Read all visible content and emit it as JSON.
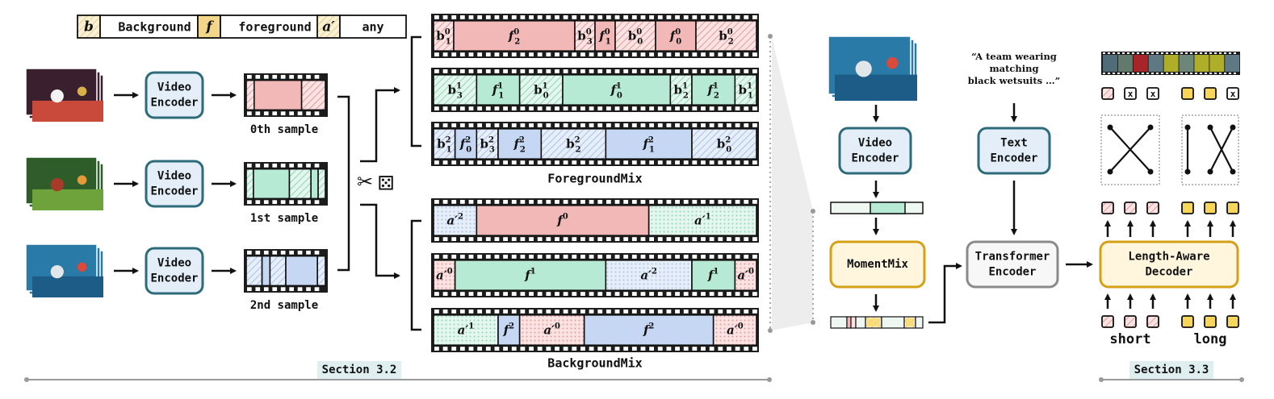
{
  "legend": [
    {
      "symbol": "b",
      "label": "Background",
      "fill": "#f5e6c4"
    },
    {
      "symbol": "f",
      "label": "foreground",
      "fill": "#f2d68a"
    },
    {
      "symbol": "a′",
      "label": "any",
      "fill": "#f5e6c4"
    }
  ],
  "samples": [
    {
      "label": "0th sample",
      "encoder": "Video\nEncoder"
    },
    {
      "label": "1st sample",
      "encoder": "Video\nEncoder"
    },
    {
      "label": "2nd sample",
      "encoder": "Video\nEncoder"
    }
  ],
  "foreground_mix": {
    "title": "ForegroundMix",
    "strips": [
      [
        {
          "t": "b",
          "sup": "0",
          "sub": "1",
          "k": "red",
          "p": "hatch",
          "w": 1
        },
        {
          "t": "f",
          "sup": "0",
          "sub": "2",
          "k": "red",
          "p": "solid",
          "w": 6
        },
        {
          "t": "b",
          "sup": "0",
          "sub": "3",
          "k": "red",
          "p": "hatch",
          "w": 1
        },
        {
          "t": "f",
          "sup": "0",
          "sub": "1",
          "k": "red",
          "p": "solid",
          "w": 1
        },
        {
          "t": "b",
          "sup": "0",
          "sub": "0",
          "k": "red",
          "p": "hatch",
          "w": 2
        },
        {
          "t": "f",
          "sup": "0",
          "sub": "0",
          "k": "red",
          "p": "solid",
          "w": 2
        },
        {
          "t": "b",
          "sup": "0",
          "sub": "2",
          "k": "red",
          "p": "hatch",
          "w": 3
        }
      ],
      [
        {
          "t": "b",
          "sup": "1",
          "sub": "3",
          "k": "green",
          "p": "hatch",
          "w": 2
        },
        {
          "t": "f",
          "sup": "1",
          "sub": "1",
          "k": "green",
          "p": "solid",
          "w": 2
        },
        {
          "t": "b",
          "sup": "1",
          "sub": "0",
          "k": "green",
          "p": "hatch",
          "w": 2
        },
        {
          "t": "f",
          "sup": "1",
          "sub": "0",
          "k": "green",
          "p": "solid",
          "w": 5
        },
        {
          "t": "b",
          "sup": "1",
          "sub": "2",
          "k": "green",
          "p": "hatch",
          "w": 1
        },
        {
          "t": "f",
          "sup": "1",
          "sub": "2",
          "k": "green",
          "p": "solid",
          "w": 2
        },
        {
          "t": "b",
          "sup": "1",
          "sub": "1",
          "k": "green",
          "p": "hatch",
          "w": 1
        }
      ],
      [
        {
          "t": "b",
          "sup": "2",
          "sub": "1",
          "k": "blue",
          "p": "hatch",
          "w": 1
        },
        {
          "t": "f",
          "sup": "2",
          "sub": "0",
          "k": "blue",
          "p": "solid",
          "w": 1
        },
        {
          "t": "b",
          "sup": "2",
          "sub": "3",
          "k": "blue",
          "p": "hatch",
          "w": 1
        },
        {
          "t": "f",
          "sup": "2",
          "sub": "2",
          "k": "blue",
          "p": "solid",
          "w": 2
        },
        {
          "t": "b",
          "sup": "2",
          "sub": "2",
          "k": "blue",
          "p": "hatch",
          "w": 3
        },
        {
          "t": "f",
          "sup": "2",
          "sub": "1",
          "k": "blue",
          "p": "solid",
          "w": 4
        },
        {
          "t": "b",
          "sup": "2",
          "sub": "0",
          "k": "blue",
          "p": "hatch",
          "w": 3
        }
      ]
    ]
  },
  "background_mix": {
    "title": "BackgroundMix",
    "strips": [
      [
        {
          "t": "a′",
          "sup": "2",
          "sub": "",
          "k": "blue",
          "p": "dots",
          "w": 2
        },
        {
          "t": "f",
          "sup": "0",
          "sub": "",
          "k": "red",
          "p": "solid",
          "w": 8
        },
        {
          "t": "a′",
          "sup": "1",
          "sub": "",
          "k": "green",
          "p": "dots",
          "w": 5
        }
      ],
      [
        {
          "t": "a′",
          "sup": "0",
          "sub": "",
          "k": "red",
          "p": "dots",
          "w": 1
        },
        {
          "t": "f",
          "sup": "1",
          "sub": "",
          "k": "green",
          "p": "solid",
          "w": 7
        },
        {
          "t": "a′",
          "sup": "2",
          "sub": "",
          "k": "blue",
          "p": "dots",
          "w": 4
        },
        {
          "t": "f",
          "sup": "1",
          "sub": "",
          "k": "green",
          "p": "solid",
          "w": 2
        },
        {
          "t": "a′",
          "sup": "0",
          "sub": "",
          "k": "red",
          "p": "dots",
          "w": 1
        }
      ],
      [
        {
          "t": "a′",
          "sup": "1",
          "sub": "",
          "k": "green",
          "p": "dots",
          "w": 3
        },
        {
          "t": "f",
          "sup": "2",
          "sub": "",
          "k": "blue",
          "p": "solid",
          "w": 1
        },
        {
          "t": "a′",
          "sup": "0",
          "sub": "",
          "k": "red",
          "p": "dots",
          "w": 3
        },
        {
          "t": "f",
          "sup": "2",
          "sub": "",
          "k": "blue",
          "p": "solid",
          "w": 6
        },
        {
          "t": "a′",
          "sup": "0",
          "sub": "",
          "k": "red",
          "p": "dots",
          "w": 2
        }
      ]
    ]
  },
  "section_left": "Section 3.2",
  "section_right": "Section 3.3",
  "right": {
    "video_encoder": "Video\nEncoder",
    "moment_mix": "MomentMix",
    "text_encoder": "Text\nEncoder",
    "transformer_encoder": "Transformer\nEncoder",
    "decoder": "Length-Aware\nDecoder",
    "query": "“A team wearing\nmatching\nblack wetsuits …”",
    "short_label": "short",
    "long_label": "long",
    "x_mark": "x"
  },
  "colors": {
    "red": "#f2b8b8",
    "green": "#b7ead4",
    "blue": "#c5d7f2",
    "yellow": "#f7d65a",
    "encoder_fill": "#e3eef8",
    "encoder_stroke": "#2e6b7a",
    "moment_fill": "#fff6dd",
    "moment_stroke": "#d4a017",
    "transformer_stroke": "#8a8a8a",
    "film": "#1c1c1c"
  }
}
